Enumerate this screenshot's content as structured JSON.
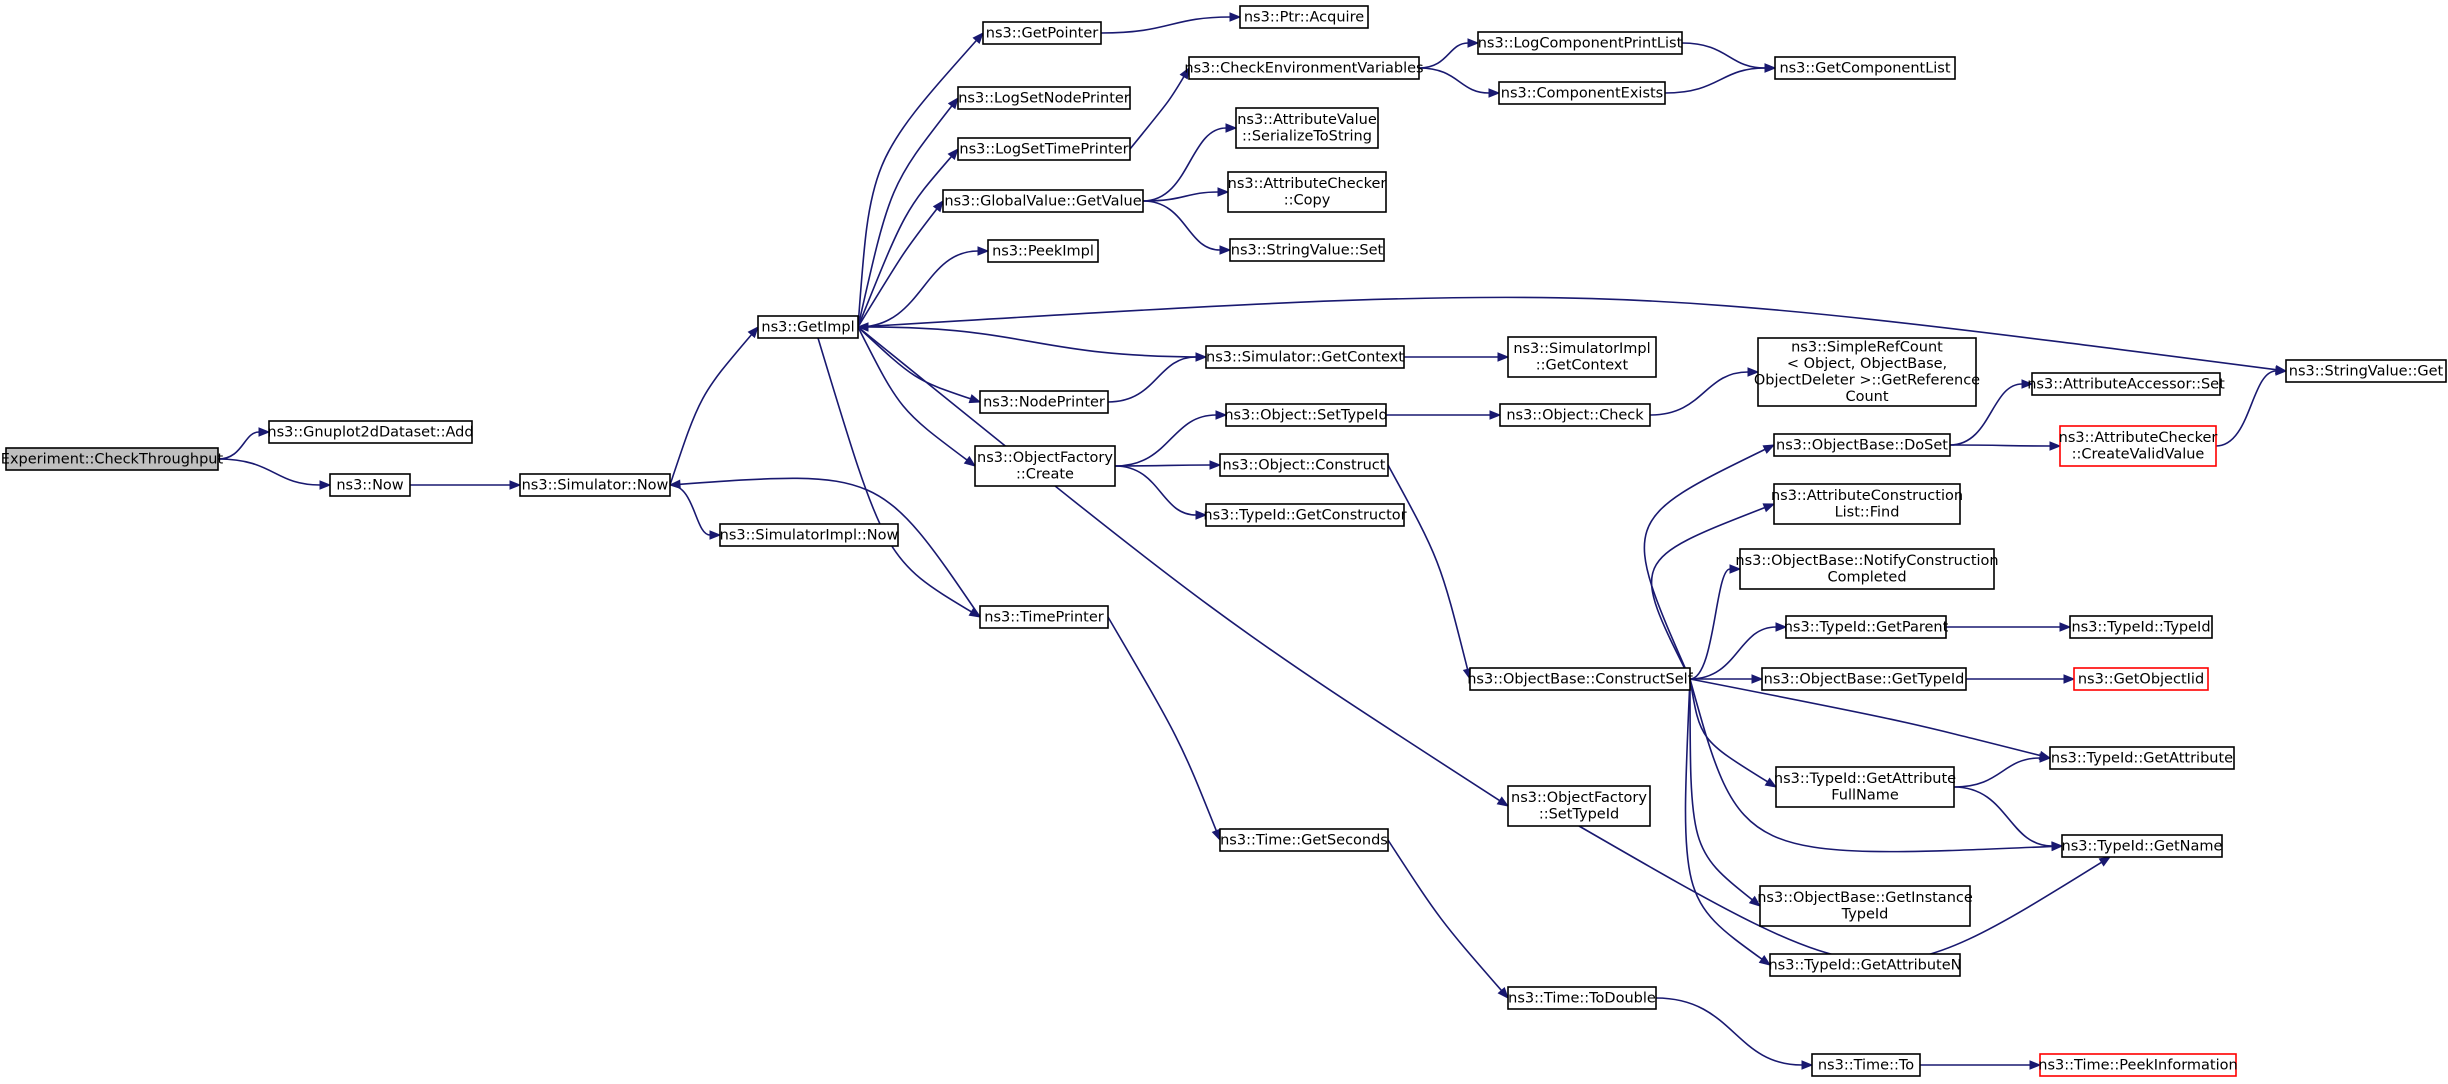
{
  "colors": {
    "edge": "#191970",
    "node_border": "#000000",
    "node_border_incomplete": "#ff0000",
    "node_fill": "#ffffff",
    "root_fill": "#bfbfbf"
  },
  "nodes": [
    {
      "id": "checkthroughput",
      "lines": [
        "Experiment::CheckThroughput"
      ],
      "kind": "root"
    },
    {
      "id": "gnuplot-add",
      "lines": [
        "ns3::Gnuplot2dDataset::Add"
      ]
    },
    {
      "id": "now",
      "lines": [
        "ns3::Now"
      ]
    },
    {
      "id": "simulator-now",
      "lines": [
        "ns3::Simulator::Now"
      ]
    },
    {
      "id": "simulatorimpl-now",
      "lines": [
        "ns3::SimulatorImpl::Now"
      ]
    },
    {
      "id": "getimpl",
      "lines": [
        "ns3::GetImpl"
      ]
    },
    {
      "id": "getpointer",
      "lines": [
        "ns3::GetPointer"
      ]
    },
    {
      "id": "ptr-acquire",
      "lines": [
        "ns3::Ptr::Acquire"
      ]
    },
    {
      "id": "logsetnodeprinter",
      "lines": [
        "ns3::LogSetNodePrinter"
      ]
    },
    {
      "id": "logsettimeprinter",
      "lines": [
        "ns3::LogSetTimePrinter"
      ]
    },
    {
      "id": "checkenvvars",
      "lines": [
        "ns3::CheckEnvironmentVariables"
      ]
    },
    {
      "id": "logcomponentprintlist",
      "lines": [
        "ns3::LogComponentPrintList"
      ]
    },
    {
      "id": "componentexists",
      "lines": [
        "ns3::ComponentExists"
      ]
    },
    {
      "id": "getcomponentlist",
      "lines": [
        "ns3::GetComponentList"
      ]
    },
    {
      "id": "globalvalue-getvalue",
      "lines": [
        "ns3::GlobalValue::GetValue"
      ]
    },
    {
      "id": "attrvalue-serialize",
      "lines": [
        "ns3::AttributeValue",
        "::SerializeToString"
      ]
    },
    {
      "id": "attrchecker-copy",
      "lines": [
        "ns3::AttributeChecker",
        "::Copy"
      ]
    },
    {
      "id": "stringvalue-set",
      "lines": [
        "ns3::StringValue::Set"
      ]
    },
    {
      "id": "peekimpl",
      "lines": [
        "ns3::PeekImpl"
      ]
    },
    {
      "id": "stringvalue-get",
      "lines": [
        "ns3::StringValue::Get"
      ]
    },
    {
      "id": "simulator-getcontext",
      "lines": [
        "ns3::Simulator::GetContext"
      ]
    },
    {
      "id": "simulatorimpl-getcontext",
      "lines": [
        "ns3::SimulatorImpl",
        "::GetContext"
      ]
    },
    {
      "id": "nodeprinter",
      "lines": [
        "ns3::NodePrinter"
      ]
    },
    {
      "id": "simplerefcount",
      "lines": [
        "ns3::SimpleRefCount",
        "< Object, ObjectBase,",
        "ObjectDeleter >::GetReference",
        "Count"
      ]
    },
    {
      "id": "objectfactory-create",
      "lines": [
        "ns3::ObjectFactory",
        "::Create"
      ]
    },
    {
      "id": "object-settypeid",
      "lines": [
        "ns3::Object::SetTypeId"
      ]
    },
    {
      "id": "object-check",
      "lines": [
        "ns3::Object::Check"
      ]
    },
    {
      "id": "object-construct",
      "lines": [
        "ns3::Object::Construct"
      ]
    },
    {
      "id": "typeid-getconstructor",
      "lines": [
        "ns3::TypeId::GetConstructor"
      ]
    },
    {
      "id": "timeprinter",
      "lines": [
        "ns3::TimePrinter"
      ]
    },
    {
      "id": "attraccessor-set",
      "lines": [
        "ns3::AttributeAccessor::Set"
      ]
    },
    {
      "id": "objectbase-doset",
      "lines": [
        "ns3::ObjectBase::DoSet"
      ]
    },
    {
      "id": "attrchecker-createvalidvalue",
      "lines": [
        "ns3::AttributeChecker",
        "::CreateValidValue"
      ],
      "kind": "incomplete"
    },
    {
      "id": "attrconstructionlist-find",
      "lines": [
        "ns3::AttributeConstruction",
        "List::Find"
      ]
    },
    {
      "id": "notifyconstructioncompleted",
      "lines": [
        "ns3::ObjectBase::NotifyConstruction",
        "Completed"
      ]
    },
    {
      "id": "typeid-getparent",
      "lines": [
        "ns3::TypeId::GetParent"
      ]
    },
    {
      "id": "typeid-typeid",
      "lines": [
        "ns3::TypeId::TypeId"
      ]
    },
    {
      "id": "objectbase-constructself",
      "lines": [
        "ns3::ObjectBase::ConstructSelf"
      ]
    },
    {
      "id": "objectbase-gettypeid",
      "lines": [
        "ns3::ObjectBase::GetTypeId"
      ]
    },
    {
      "id": "getobjectiid",
      "lines": [
        "ns3::GetObjectIid"
      ],
      "kind": "incomplete"
    },
    {
      "id": "typeid-getattribute",
      "lines": [
        "ns3::TypeId::GetAttribute"
      ]
    },
    {
      "id": "typeid-getattributefullname",
      "lines": [
        "ns3::TypeId::GetAttribute",
        "FullName"
      ]
    },
    {
      "id": "objectfactory-settypeid",
      "lines": [
        "ns3::ObjectFactory",
        "::SetTypeId"
      ]
    },
    {
      "id": "typeid-getname",
      "lines": [
        "ns3::TypeId::GetName"
      ]
    },
    {
      "id": "time-getseconds",
      "lines": [
        "ns3::Time::GetSeconds"
      ]
    },
    {
      "id": "getinstancetypeid",
      "lines": [
        "ns3::ObjectBase::GetInstance",
        "TypeId"
      ]
    },
    {
      "id": "typeid-getattributen",
      "lines": [
        "ns3::TypeId::GetAttributeN"
      ]
    },
    {
      "id": "time-todouble",
      "lines": [
        "ns3::Time::ToDouble"
      ]
    },
    {
      "id": "time-to",
      "lines": [
        "ns3::Time::To"
      ]
    },
    {
      "id": "time-peekinformation",
      "lines": [
        "ns3::Time::PeekInformation"
      ],
      "kind": "incomplete"
    }
  ],
  "edges": [
    [
      "checkthroughput",
      "gnuplot-add"
    ],
    [
      "checkthroughput",
      "now"
    ],
    [
      "now",
      "simulator-now"
    ],
    [
      "simulator-now",
      "getimpl"
    ],
    [
      "simulator-now",
      "simulatorimpl-now"
    ],
    [
      "getimpl",
      "getpointer"
    ],
    [
      "getimpl",
      "logsetnodeprinter"
    ],
    [
      "getimpl",
      "logsettimeprinter"
    ],
    [
      "getimpl",
      "globalvalue-getvalue"
    ],
    [
      "getimpl",
      "peekimpl"
    ],
    [
      "getimpl",
      "stringvalue-get"
    ],
    [
      "getimpl",
      "nodeprinter"
    ],
    [
      "getimpl",
      "objectfactory-create"
    ],
    [
      "getimpl",
      "timeprinter"
    ],
    [
      "getimpl",
      "objectfactory-settypeid"
    ],
    [
      "getpointer",
      "ptr-acquire"
    ],
    [
      "logsettimeprinter",
      "checkenvvars"
    ],
    [
      "checkenvvars",
      "logcomponentprintlist"
    ],
    [
      "checkenvvars",
      "componentexists"
    ],
    [
      "logcomponentprintlist",
      "getcomponentlist"
    ],
    [
      "componentexists",
      "getcomponentlist"
    ],
    [
      "globalvalue-getvalue",
      "attrvalue-serialize"
    ],
    [
      "globalvalue-getvalue",
      "attrchecker-copy"
    ],
    [
      "globalvalue-getvalue",
      "stringvalue-set"
    ],
    [
      "simulator-getcontext",
      "getimpl"
    ],
    [
      "simulator-getcontext",
      "simulatorimpl-getcontext"
    ],
    [
      "nodeprinter",
      "simulator-getcontext"
    ],
    [
      "objectfactory-create",
      "object-settypeid"
    ],
    [
      "objectfactory-create",
      "object-construct"
    ],
    [
      "objectfactory-create",
      "typeid-getconstructor"
    ],
    [
      "object-settypeid",
      "object-check"
    ],
    [
      "object-check",
      "simplerefcount"
    ],
    [
      "object-construct",
      "objectbase-constructself"
    ],
    [
      "timeprinter",
      "simulator-now"
    ],
    [
      "timeprinter",
      "time-getseconds"
    ],
    [
      "time-getseconds",
      "time-todouble"
    ],
    [
      "time-todouble",
      "time-to"
    ],
    [
      "time-to",
      "time-peekinformation"
    ],
    [
      "objectbase-doset",
      "attraccessor-set"
    ],
    [
      "objectbase-doset",
      "attrchecker-createvalidvalue"
    ],
    [
      "attrchecker-createvalidvalue",
      "stringvalue-get"
    ],
    [
      "objectbase-constructself",
      "objectbase-doset"
    ],
    [
      "objectbase-constructself",
      "attrconstructionlist-find"
    ],
    [
      "objectbase-constructself",
      "notifyconstructioncompleted"
    ],
    [
      "objectbase-constructself",
      "typeid-getparent"
    ],
    [
      "objectbase-constructself",
      "objectbase-gettypeid"
    ],
    [
      "objectbase-constructself",
      "typeid-getattribute"
    ],
    [
      "objectbase-constructself",
      "typeid-getattributefullname"
    ],
    [
      "objectbase-constructself",
      "typeid-getname"
    ],
    [
      "objectbase-constructself",
      "getinstancetypeid"
    ],
    [
      "objectbase-constructself",
      "typeid-getattributen"
    ],
    [
      "typeid-getparent",
      "typeid-typeid"
    ],
    [
      "objectbase-gettypeid",
      "getobjectiid"
    ],
    [
      "typeid-getattributefullname",
      "typeid-getattribute"
    ],
    [
      "typeid-getattributefullname",
      "typeid-getname"
    ],
    [
      "objectfactory-settypeid",
      "typeid-getname"
    ]
  ]
}
